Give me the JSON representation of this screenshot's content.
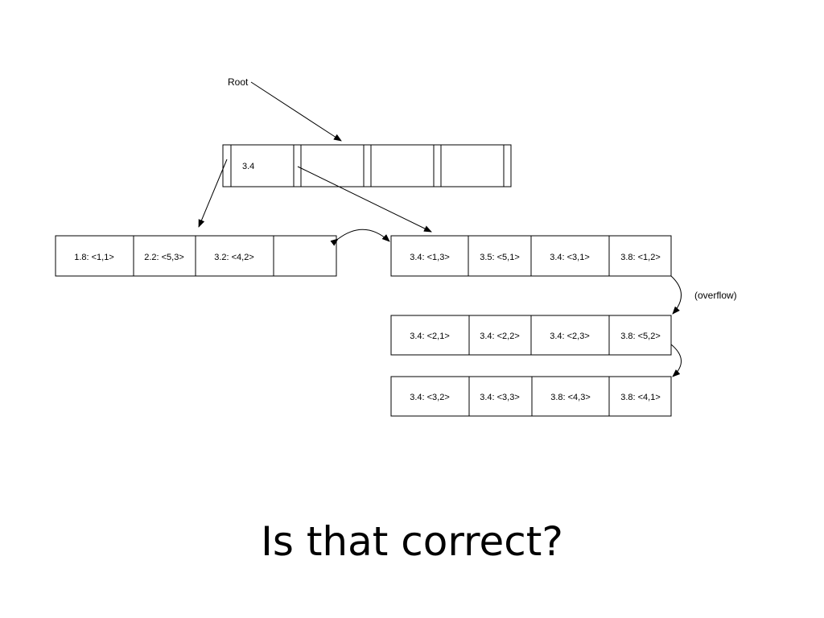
{
  "diagram": {
    "root_label": "Root",
    "root_node": {
      "keys": [
        "3.4",
        "",
        "",
        ""
      ]
    },
    "leaves": [
      {
        "entries": [
          "1.8: <1,1>",
          "2.2: <5,3>",
          "3.2: <4,2>",
          ""
        ]
      },
      {
        "entries": [
          "3.4: <1,3>",
          "3.5: <5,1>",
          "3.4: <3,1>",
          "3.8: <1,2>"
        ]
      }
    ],
    "overflow_label": "(overflow)",
    "overflow_pages": [
      {
        "entries": [
          "3.4: <2,1>",
          "3.4: <2,2>",
          "3.4: <2,3>",
          "3.8: <5,2>"
        ]
      },
      {
        "entries": [
          "3.4: <3,2>",
          "3.4: <3,3>",
          "3.8: <4,3>",
          "3.8: <4,1>"
        ]
      }
    ]
  },
  "slide": {
    "question": "Is that correct?"
  }
}
